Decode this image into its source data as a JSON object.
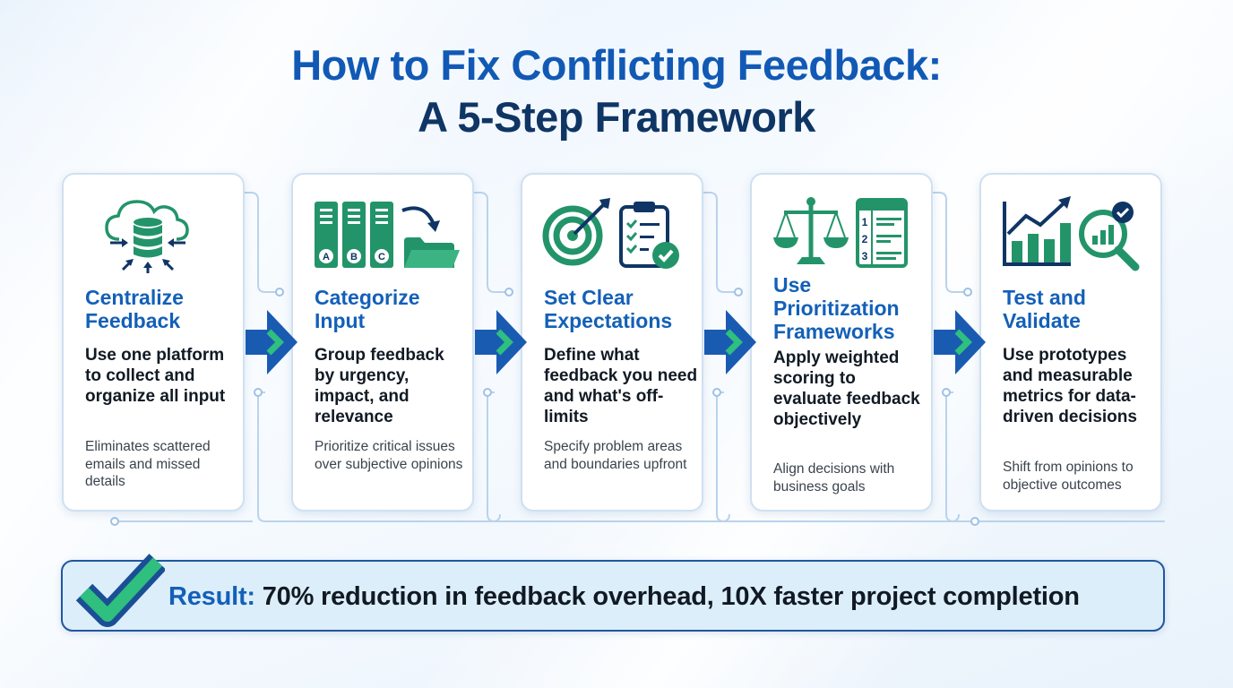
{
  "title": {
    "line1": "How to Fix Conflicting Feedback:",
    "line2": "A 5-Step Framework"
  },
  "steps": [
    {
      "title": "Centralize Feedback",
      "description": "Use one platform to collect and organize all input",
      "note": "Eliminates scattered emails and missed details",
      "icons": [
        "cloud-database-icon"
      ]
    },
    {
      "title": "Categorize Input",
      "description": "Group feedback by urgency, impact, and relevance",
      "note": "Prioritize critical issues over subjective opinions",
      "icons": [
        "binders-icon",
        "folder-arrow-icon"
      ],
      "icon_labels": [
        "A",
        "B",
        "C"
      ]
    },
    {
      "title": "Set Clear Expectations",
      "description": "Define what feedback you need and what's off-limits",
      "note": "Specify problem areas and boundaries upfront",
      "icons": [
        "target-icon",
        "clipboard-checklist-icon"
      ]
    },
    {
      "title": "Use Prioritization Frameworks",
      "description": "Apply weighted scoring to evaluate feedback objectively",
      "note": "Align decisions with business goals",
      "icons": [
        "balance-scale-icon",
        "ranked-list-icon"
      ],
      "icon_labels": [
        "1",
        "2",
        "3"
      ]
    },
    {
      "title": "Test and Validate",
      "description": "Use prototypes and measurable metrics for data-driven decisions",
      "note": "Shift from opinions to objective outcomes",
      "icons": [
        "growth-chart-icon",
        "magnifier-check-icon"
      ]
    }
  ],
  "result": {
    "label": "Result:",
    "text": " 70% reduction in feedback overhead, 10X faster project completion",
    "icon": "checkmark-icon"
  },
  "colors": {
    "primary_blue": "#1360b8",
    "dark_navy": "#0f3564",
    "accent_green": "#23946a",
    "arrow_blue": "#1a5bb2",
    "arrow_green": "#2fbf7e"
  }
}
